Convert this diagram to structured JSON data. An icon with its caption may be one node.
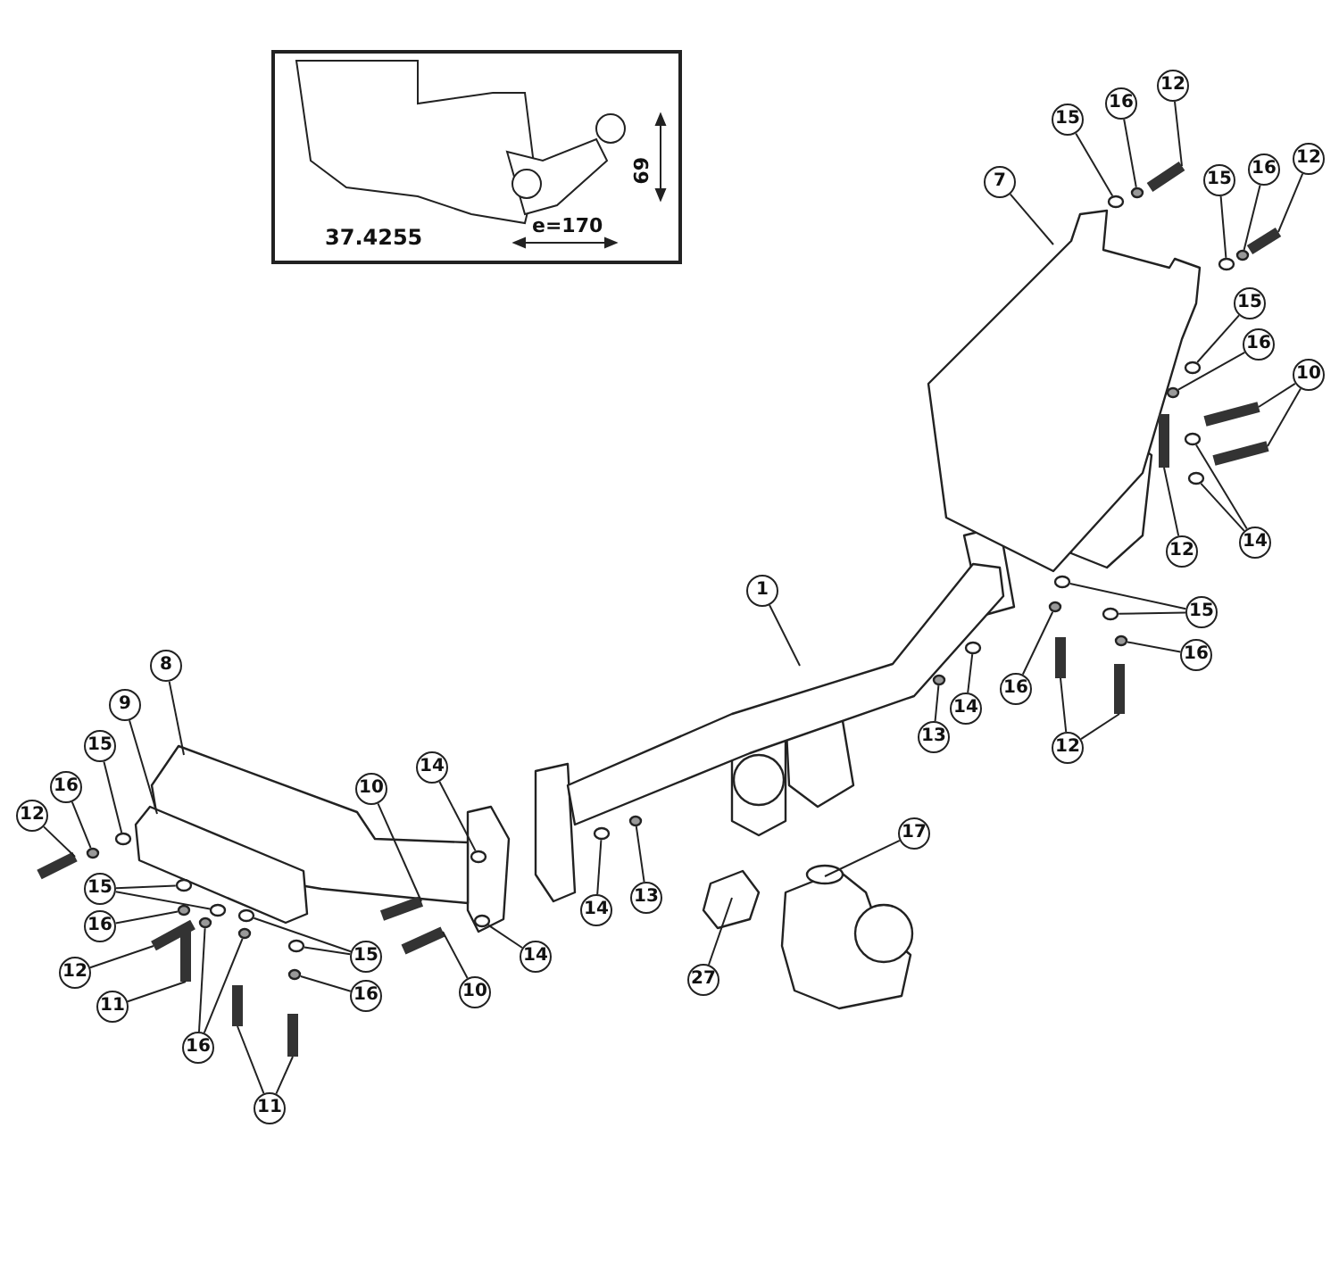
{
  "diagram": {
    "nodes": [
      {
        "text": [
          "37.4255"
        ]
      },
      {
        "text": [
          "15"
        ]
      },
      {
        "text": [
          "16"
        ]
      },
      {
        "text": [
          "12"
        ]
      },
      {
        "text": [
          "7"
        ]
      },
      {
        "text": [
          "15"
        ]
      },
      {
        "text": [
          "16"
        ]
      },
      {
        "text": [
          "12"
        ]
      },
      {
        "text": [
          "15"
        ]
      },
      {
        "text": [
          "16"
        ]
      },
      {
        "text": [
          "10"
        ]
      },
      {
        "text": [
          "12"
        ]
      },
      {
        "text": [
          "14"
        ]
      },
      {
        "text": [
          "1"
        ]
      },
      {
        "text": [
          "15"
        ]
      },
      {
        "text": [
          "16"
        ]
      },
      {
        "text": [
          "16"
        ]
      },
      {
        "text": [
          "12"
        ]
      },
      {
        "text": [
          "14"
        ]
      },
      {
        "text": [
          "13"
        ]
      },
      {
        "text": [
          "8"
        ]
      },
      {
        "text": [
          "9"
        ]
      },
      {
        "text": [
          "15"
        ]
      },
      {
        "text": [
          "16"
        ]
      },
      {
        "text": [
          "12"
        ]
      },
      {
        "text": [
          "15"
        ]
      },
      {
        "text": [
          "16"
        ]
      },
      {
        "text": [
          "12"
        ]
      },
      {
        "text": [
          "11"
        ]
      },
      {
        "text": [
          "16"
        ]
      },
      {
        "text": [
          "11"
        ]
      },
      {
        "text": [
          "15"
        ]
      },
      {
        "text": [
          "16"
        ]
      },
      {
        "text": [
          "10"
        ]
      },
      {
        "text": [
          "14"
        ]
      },
      {
        "text": [
          "14"
        ]
      },
      {
        "text": [
          "10"
        ]
      },
      {
        "text": [
          "14"
        ]
      },
      {
        "text": [
          "13"
        ]
      },
      {
        "text": [
          "17"
        ]
      },
      {
        "text": [
          "27"
        ]
      },
      {
        "text": [],
        "shape": "circle"
      },
      {
        "text": [],
        "shape": "circle"
      },
      {
        "text": [],
        "shape": "bar"
      },
      {
        "text": [],
        "shape": "picture"
      },
      {
        "text": [],
        "shape": "circle"
      },
      {
        "text": [],
        "shape": "circle"
      },
      {
        "text": [],
        "shape": "bar"
      },
      {
        "text": [],
        "shape": "circle"
      },
      {
        "text": [],
        "shape": "circle"
      },
      {
        "text": [],
        "shape": "bar"
      },
      {
        "text": [],
        "shape": "bar"
      },
      {
        "text": [],
        "shape": "bar"
      },
      {
        "text": [],
        "shape": "circle"
      },
      {
        "text": [],
        "shape": "circle"
      },
      {
        "text": [],
        "shape": "picture"
      },
      {
        "text": [],
        "shape": "circle"
      },
      {
        "text": [],
        "shape": "circle"
      },
      {
        "text": [],
        "shape": "circle"
      },
      {
        "text": [],
        "shape": "circle"
      },
      {
        "text": [],
        "shape": "bar"
      },
      {
        "text": [],
        "shape": "bar"
      },
      {
        "text": [],
        "shape": "circle"
      },
      {
        "text": [],
        "shape": "circle"
      },
      {
        "text": [],
        "shape": "picture"
      },
      {
        "text": [],
        "shape": "picture"
      },
      {
        "text": [],
        "shape": "circle"
      },
      {
        "text": [],
        "shape": "circle"
      },
      {
        "text": [],
        "shape": "bar"
      },
      {
        "text": [],
        "shape": "circle"
      },
      {
        "text": [],
        "shape": "circle"
      },
      {
        "text": [],
        "shape": "circle"
      },
      {
        "text": [],
        "shape": "bar"
      },
      {
        "text": [],
        "shape": "bar"
      },
      {
        "text": [],
        "shape": "circle"
      },
      {
        "text": [],
        "shape": "circle"
      },
      {
        "text": [],
        "shape": "bar"
      },
      {
        "text": [],
        "shape": "bar"
      },
      {
        "text": [],
        "shape": "circle"
      },
      {
        "text": [],
        "shape": "circle"
      },
      {
        "text": [],
        "shape": "circle"
      },
      {
        "text": [],
        "shape": "bar"
      },
      {
        "text": [],
        "shape": "circle"
      },
      {
        "text": [],
        "shape": "circle"
      },
      {
        "text": [],
        "shape": "bar"
      },
      {
        "text": [],
        "shape": "circle"
      },
      {
        "text": [],
        "shape": "circle"
      },
      {
        "text": [],
        "shape": "picture"
      },
      {
        "text": [],
        "shape": "picture"
      }
    ],
    "edges": [
      {
        "from": 1,
        "to": 41,
        "arrow": "none"
      },
      {
        "from": 2,
        "to": 42,
        "arrow": "none"
      },
      {
        "from": 3,
        "to": 43,
        "arrow": "none"
      },
      {
        "from": 4,
        "to": 44,
        "arrow": "none"
      },
      {
        "from": 5,
        "to": 45,
        "arrow": "none"
      },
      {
        "from": 6,
        "to": 46,
        "arrow": "none"
      },
      {
        "from": 7,
        "to": 47,
        "arrow": "none"
      },
      {
        "from": 8,
        "to": 48,
        "arrow": "none"
      },
      {
        "from": 9,
        "to": 49,
        "arrow": "none"
      },
      {
        "from": 10,
        "to": 50,
        "arrow": "none"
      },
      {
        "from": 10,
        "to": 51,
        "arrow": "none"
      },
      {
        "from": 11,
        "to": 52,
        "arrow": "none"
      },
      {
        "from": 12,
        "to": 53,
        "arrow": "none"
      },
      {
        "from": 12,
        "to": 54,
        "arrow": "none"
      },
      {
        "from": 13,
        "to": 55,
        "arrow": "none"
      },
      {
        "from": 14,
        "to": 56,
        "arrow": "none"
      },
      {
        "from": 14,
        "to": 57,
        "arrow": "none"
      },
      {
        "from": 15,
        "to": 58,
        "arrow": "none"
      },
      {
        "from": 16,
        "to": 59,
        "arrow": "none"
      },
      {
        "from": 17,
        "to": 60,
        "arrow": "none"
      },
      {
        "from": 17,
        "to": 61,
        "arrow": "none"
      },
      {
        "from": 18,
        "to": 62,
        "arrow": "none"
      },
      {
        "from": 19,
        "to": 63,
        "arrow": "none"
      },
      {
        "from": 20,
        "to": 64,
        "arrow": "none"
      },
      {
        "from": 21,
        "to": 65,
        "arrow": "none"
      },
      {
        "from": 22,
        "to": 66,
        "arrow": "none"
      },
      {
        "from": 23,
        "to": 67,
        "arrow": "none"
      },
      {
        "from": 24,
        "to": 68,
        "arrow": "none"
      },
      {
        "from": 25,
        "to": 69,
        "arrow": "none"
      },
      {
        "from": 25,
        "to": 70,
        "arrow": "none"
      },
      {
        "from": 26,
        "to": 71,
        "arrow": "none"
      },
      {
        "from": 27,
        "to": 72,
        "arrow": "none"
      },
      {
        "from": 28,
        "to": 73,
        "arrow": "none"
      },
      {
        "from": 29,
        "to": 74,
        "arrow": "none"
      },
      {
        "from": 29,
        "to": 75,
        "arrow": "none"
      },
      {
        "from": 30,
        "to": 76,
        "arrow": "none"
      },
      {
        "from": 30,
        "to": 77,
        "arrow": "none"
      },
      {
        "from": 31,
        "to": 78,
        "arrow": "none"
      },
      {
        "from": 31,
        "to": 79,
        "arrow": "none"
      },
      {
        "from": 32,
        "to": 80,
        "arrow": "none"
      },
      {
        "from": 33,
        "to": 81,
        "arrow": "none"
      },
      {
        "from": 34,
        "to": 82,
        "arrow": "none"
      },
      {
        "from": 35,
        "to": 83,
        "arrow": "none"
      },
      {
        "from": 36,
        "to": 84,
        "arrow": "none"
      },
      {
        "from": 37,
        "to": 85,
        "arrow": "none"
      },
      {
        "from": 38,
        "to": 86,
        "arrow": "none"
      },
      {
        "from": 39,
        "to": 87,
        "arrow": "none"
      },
      {
        "from": 40,
        "to": 88,
        "arrow": "none"
      }
    ],
    "labels": [
      "e=170",
      "69"
    ]
  }
}
